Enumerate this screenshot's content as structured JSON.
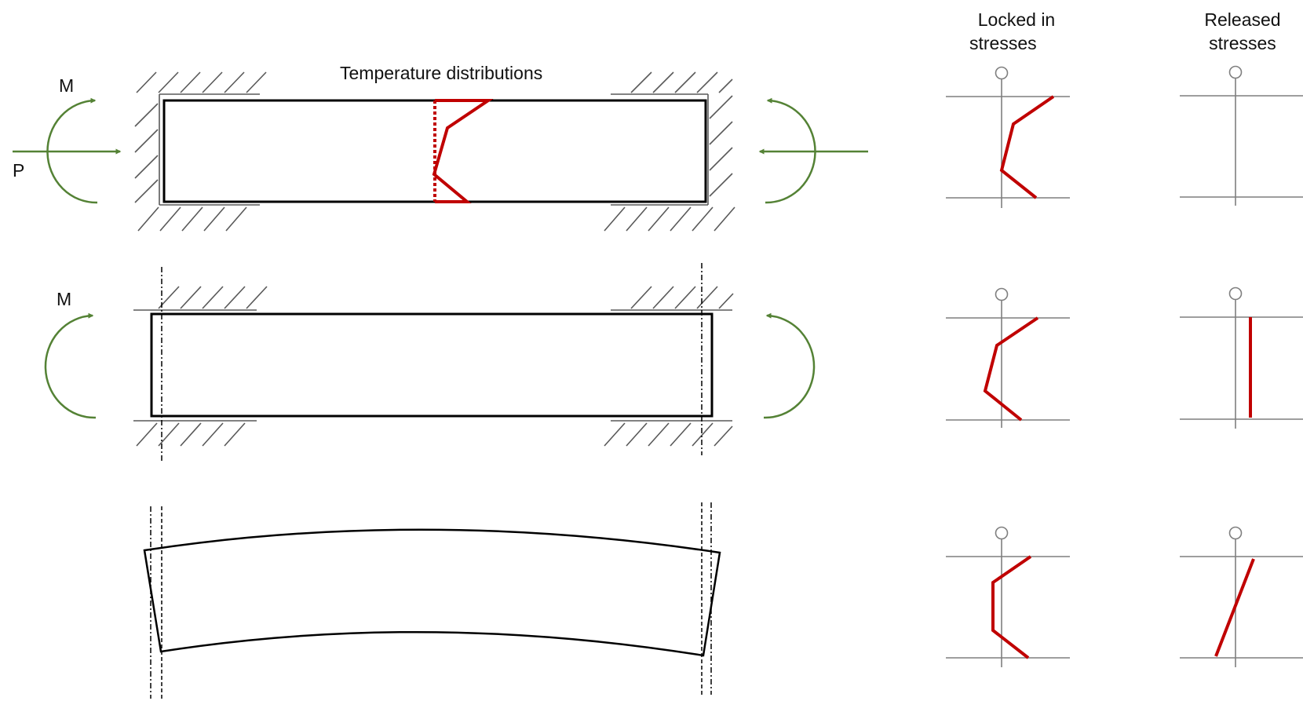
{
  "labels": {
    "temperature_title": "Temperature distributions",
    "locked_header": [
      "Locked in",
      "stresses"
    ],
    "released_header": [
      "Released",
      "stresses"
    ],
    "moment_top": "M",
    "axial_force": "P",
    "moment_mid": "M"
  },
  "colors": {
    "stress": "#c00000",
    "load": "#548235",
    "beam": "#000000",
    "hatch": "#595959",
    "axis": "#7f7f7f"
  }
}
